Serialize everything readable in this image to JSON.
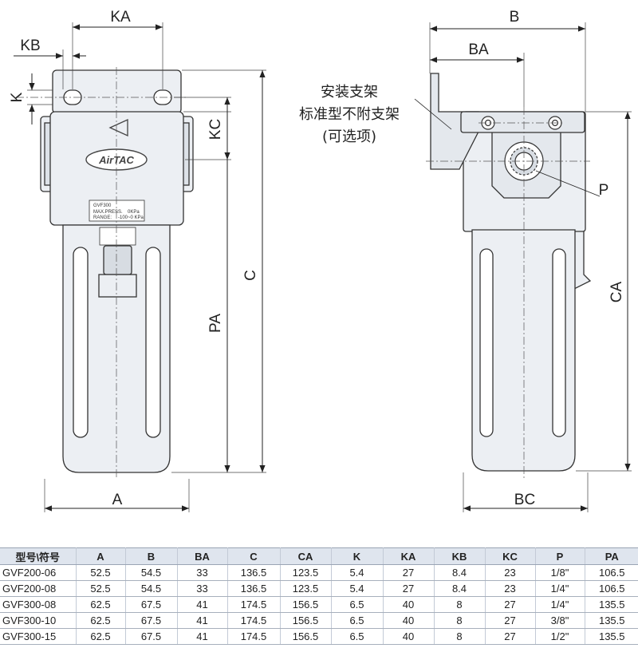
{
  "dimensions": {
    "KA": "KA",
    "KB": "KB",
    "K": "K",
    "KC": "KC",
    "C": "C",
    "PA": "PA",
    "A": "A",
    "B": "B",
    "BA": "BA",
    "CA": "CA",
    "BC": "BC",
    "P": "P"
  },
  "annotation": {
    "line1": "安装支架",
    "line2": "标准型不附支架",
    "line3": "(可选项)"
  },
  "product": {
    "logo": "AirTAC",
    "model_label": "GVF300",
    "max_press_label": "MAX.PRESS.",
    "max_press_value": "0KPa",
    "range_label": "RANGE:",
    "range_value": "-100~0 KPa"
  },
  "table": {
    "headers": [
      "型号\\符号",
      "A",
      "B",
      "BA",
      "C",
      "CA",
      "K",
      "KA",
      "KB",
      "KC",
      "P",
      "PA"
    ],
    "rows": [
      [
        "GVF200-06",
        "52.5",
        "54.5",
        "33",
        "136.5",
        "123.5",
        "5.4",
        "27",
        "8.4",
        "23",
        "1/8\"",
        "106.5"
      ],
      [
        "GVF200-08",
        "52.5",
        "54.5",
        "33",
        "136.5",
        "123.5",
        "5.4",
        "27",
        "8.4",
        "23",
        "1/4\"",
        "106.5"
      ],
      [
        "GVF300-08",
        "62.5",
        "67.5",
        "41",
        "174.5",
        "156.5",
        "6.5",
        "40",
        "8",
        "27",
        "1/4\"",
        "135.5"
      ],
      [
        "GVF300-10",
        "62.5",
        "67.5",
        "41",
        "174.5",
        "156.5",
        "6.5",
        "40",
        "8",
        "27",
        "3/8\"",
        "135.5"
      ],
      [
        "GVF300-15",
        "62.5",
        "67.5",
        "41",
        "174.5",
        "156.5",
        "6.5",
        "40",
        "8",
        "27",
        "1/2\"",
        "135.5"
      ]
    ]
  }
}
